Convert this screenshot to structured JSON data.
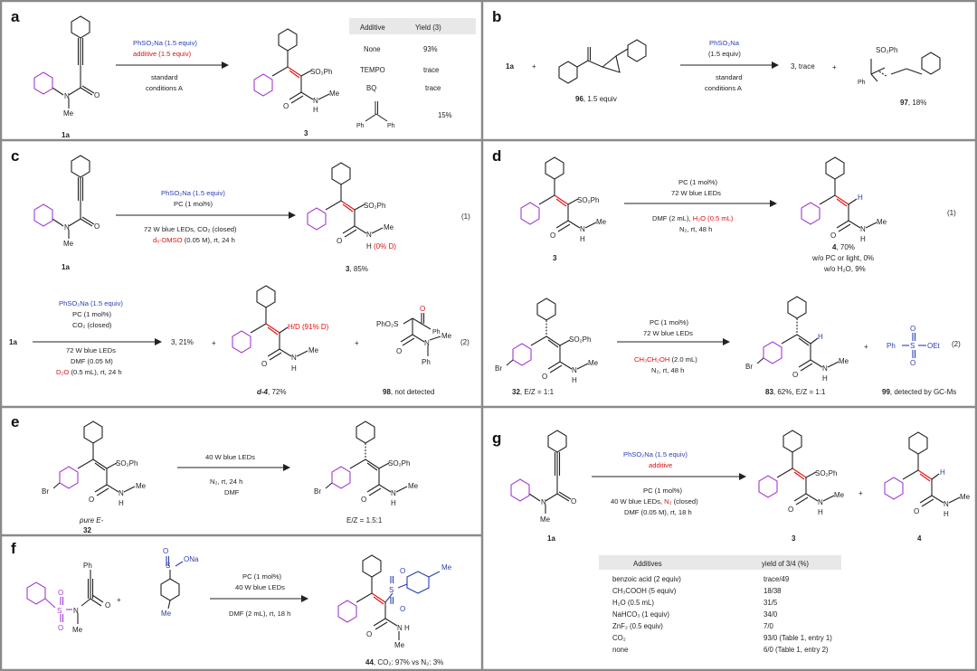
{
  "panels": {
    "a": {
      "letter": "a",
      "sm_label": "1a",
      "sm_sub": {
        "n": "N",
        "me": "Me",
        "o": "O"
      },
      "reagent1": "PhSO₂Na (1.5 equiv)",
      "reagent2": "additive (1.5 equiv)",
      "below1": "standard",
      "below2": "conditions A",
      "product_label": "3",
      "product_sub": {
        "so2ph": "SO₂Ph",
        "o": "O",
        "n": "N",
        "h": "H",
        "me": "Me"
      },
      "table_head": [
        "Additive",
        "Yield (3)"
      ],
      "table_rows": [
        [
          "None",
          "93%"
        ],
        [
          "TEMPO",
          "trace"
        ],
        [
          "BQ",
          "trace"
        ],
        [
          "",
          "15%"
        ]
      ],
      "ph_left": "Ph",
      "ph_right": "Ph"
    },
    "b": {
      "letter": "b",
      "sm_label": "1a",
      "plus": "+",
      "cp_label_bold": "96",
      "cp_label_rest": ", 1.5 equiv",
      "reagent1": "PhSO₂Na",
      "reagent2": "(1.5 equiv)",
      "below1": "standard",
      "below2": "conditions A",
      "result": "3, trace",
      "plus2": "+",
      "p97_so2ph": "SO₂Ph",
      "p97_ph": "Ph",
      "p97_label_bold": "97",
      "p97_label_rest": ", 18%"
    },
    "c": {
      "letter": "c",
      "sm_label": "1a",
      "sm_sub": {
        "n": "N",
        "me": "Me",
        "o": "O"
      },
      "reagent1": "PhSO₂Na (1.5 equiv)",
      "reagent2": "PC (1 mol%)",
      "below1": "72 W blue LEDs, CO₂ (closed)",
      "below2_red": "d₆-DMSO",
      "below2_rest": " (0.05 M), rt, 24 h",
      "eq1": "(1)",
      "product_label_bold": "3",
      "product_label_rest": ", 85%",
      "product_sub": {
        "so2ph": "SO₂Ph",
        "o": "O",
        "n": "N",
        "me": "Me",
        "h": "H",
        "d_red": "(0% D)"
      },
      "r2_start": "1a",
      "r2_reagents": [
        "PhSO₂Na (1.5 equiv)",
        "PC (1 mol%)",
        "CO₂ (closed)"
      ],
      "r2_below": [
        "72 W blue LEDs",
        "DMF (0.05 M)"
      ],
      "r2_below3_red": "D₂O",
      "r2_below3_rest": " (0.5 mL), rt, 24 h",
      "r2_result": "3, 21%",
      "r2_plus": "+",
      "d4_red": "H/D (91% D)",
      "d4_sub": {
        "o": "O",
        "n": "N",
        "h": "H",
        "me": "Me"
      },
      "d4_label_bold": "d-4",
      "d4_label_rest": ", 72%",
      "r2_plus2": "+",
      "p98_sub": {
        "phso2s": "PhO₂S",
        "o": "O",
        "ph": "Ph",
        "n": "N",
        "me": "Me",
        "ph2": "Ph",
        "o2": "O"
      },
      "p98_label_bold": "98",
      "p98_label_rest": ", not detected",
      "eq2": "(2)"
    },
    "d": {
      "letter": "d",
      "sm_label": "3",
      "sm_sub": {
        "so2ph": "SO₂Ph",
        "o": "O",
        "n": "N",
        "h": "H",
        "me": "Me"
      },
      "reagent1": "PC (1 mol%)",
      "reagent2": "72 W blue LEDs",
      "below1_a": "DMF (2 mL), ",
      "below1_red": "H₂O (0.5 mL)",
      "below2": "N₂, rt, 48 h",
      "p4_sub": {
        "h": "H",
        "o": "O",
        "n": "N",
        "h2": "H",
        "me": "Me"
      },
      "p4_label_bold": "4",
      "p4_label_rest": ", 70%",
      "p4_note1": "w/o PC or light, 0%",
      "p4_note2": "w/o H₂O, 9%",
      "eq1": "(1)",
      "r2_sm_label_bold": "32",
      "r2_sm_label_rest": ", E/Z = 1:1",
      "r2_sm_sub": {
        "br": "Br",
        "so2ph": "SO₂Ph",
        "o": "O",
        "n": "N",
        "h": "H",
        "me": "Me"
      },
      "r2_reagent1": "PC (1 mol%)",
      "r2_reagent2": "72 W blue LEDs",
      "r2_below1_red": "CH₃CH₂OH",
      "r2_below1_rest": " (2.0 mL)",
      "r2_below2": "N₂, rt, 48 h",
      "p83_sub": {
        "br": "Br",
        "h": "H",
        "o": "O",
        "n": "N",
        "h2": "H",
        "me": "Me"
      },
      "p83_label_bold": "83",
      "p83_label_rest": ", 62%, E/Z = 1:1",
      "plus": "+",
      "p99_sub": {
        "ph": "Ph",
        "s": "S",
        "o_top": "O",
        "o_bot": "O",
        "oet": "OEt"
      },
      "p99_label_bold": "99",
      "p99_label_rest": ", detected by GC-Ms",
      "eq2": "(2)"
    },
    "e": {
      "letter": "e",
      "sm_sub": {
        "br": "Br",
        "so2ph": "SO₂Ph",
        "o": "O",
        "n": "N",
        "h": "H",
        "me": "Me"
      },
      "sm_label1": "pure E-",
      "sm_label2": "32",
      "reagent1": "40 W blue LEDs",
      "below1": "N₂, rt, 24 h",
      "below2": "DMF",
      "product_sub": {
        "br": "Br",
        "so2ph": "SO₂Ph",
        "o": "O",
        "n": "N",
        "h": "H",
        "me": "Me"
      },
      "product_label": "E/Z = 1.5:1"
    },
    "f": {
      "letter": "f",
      "sm_sub": {
        "s": "S",
        "o1": "O",
        "o2": "O",
        "n": "N",
        "me": "Me",
        "o3": "O",
        "ph": "Ph"
      },
      "plus": "+",
      "sulfinate_sub": {
        "o": "O",
        "s": "S",
        "ona": "ONa",
        "me": "Me"
      },
      "reagent1": "PC (1 mol%)",
      "reagent2": "40 W blue LEDs",
      "below1": "DMF (2 mL), rt, 18 h",
      "product_sub": {
        "s": "S",
        "o1": "O",
        "o2": "O",
        "me": "Me",
        "o3": "O",
        "n": "N",
        "h": "H",
        "me2": "Me"
      },
      "product_label_bold": "44",
      "product_label_rest": ", CO₂: 97% vs N₂: 3%"
    },
    "g": {
      "letter": "g",
      "sm_label": "1a",
      "sm_sub": {
        "n": "N",
        "me": "Me",
        "o": "O"
      },
      "reagent1": "PhSO₂Na (1.5 equiv)",
      "reagent2": "additive",
      "below1": "PC (1 mol%)",
      "below2_a": "40 W blue LEDs, ",
      "below2_red": "N₂",
      "below2_b": " (closed)",
      "below3": "DMF (0.05 M), rt, 18 h",
      "p3_sub": {
        "so2ph": "SO₂Ph",
        "o": "O",
        "n": "N",
        "h": "H",
        "me": "Me"
      },
      "p3_label": "3",
      "plus": "+",
      "p4_sub": {
        "h": "H",
        "o": "O",
        "n": "N",
        "h2": "H",
        "me": "Me"
      },
      "p4_label": "4",
      "table_head": [
        "Additives",
        "yield of 3/4 (%)"
      ],
      "table_rows": [
        [
          "benzoic acid  (2 equiv)",
          "trace/49"
        ],
        [
          "CH₃COOH (5 equiv)",
          "18/38"
        ],
        [
          "H₂O (0.5 mL)",
          "31/5"
        ],
        [
          "NaHCO₃ (1 equiv)",
          "34/0"
        ],
        [
          "ZnF₂ (0.5 equiv)",
          "7/0"
        ],
        [
          "CO₂",
          "93/0 (Table 1, entry 1)"
        ],
        [
          "none",
          "6/0 (Table 1, entry 2)"
        ]
      ]
    }
  },
  "colors": {
    "ring": "#a23bd1",
    "bond": "#222",
    "blue": "#2a3fb0",
    "red": "#d11",
    "frame": "#8a8a8a",
    "table_head": "#e8e8e8",
    "doublebond_red": "#d11"
  }
}
